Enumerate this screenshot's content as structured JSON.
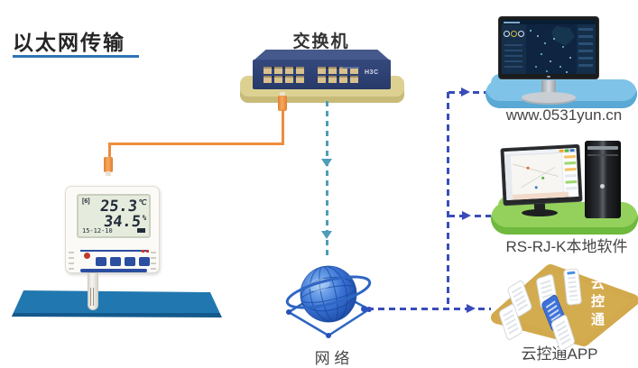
{
  "title": {
    "text": "以太网传输"
  },
  "nodes": {
    "switch": {
      "label": "交换机",
      "brand": "H3C"
    },
    "sensor": {
      "mode": "[6]",
      "temp": "25.3",
      "temp_unit": "℃",
      "humidity": "34.5",
      "humidity_unit": "%",
      "date": "15-12-10"
    },
    "network": {
      "label": "网 络"
    },
    "cloud_web": {
      "label": "www.0531yun.cn"
    },
    "local_software": {
      "label": "RS-RJ-K本地软件"
    },
    "mobile_app": {
      "label": "云控通APP",
      "platform_badge": "云控通"
    }
  },
  "colors": {
    "title_underline": "#2e74b5",
    "cable_orange": "#ee8c3d",
    "arrow_teal": "#4e9cb8",
    "arrow_indigo": "#3a4cba",
    "sensor_platform_blue": "#2178b0",
    "switch_platform_khaki": "#ddd192",
    "cloud_blue": "#7fc4e8",
    "cloud_green": "#94d15c",
    "platform_gold": "#d2a94c"
  }
}
